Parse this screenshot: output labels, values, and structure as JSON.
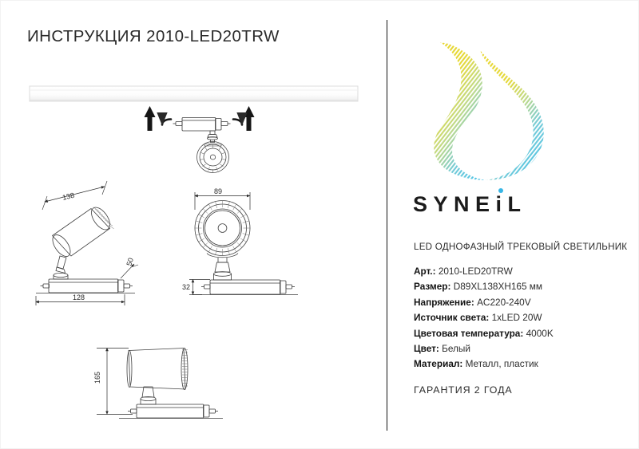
{
  "document": {
    "title": "ИНСТРУКЦИЯ 2010-LED20TRW"
  },
  "brand": {
    "wordmark_before_i": "SYNE",
    "wordmark_i": "i",
    "wordmark_after_i": "L",
    "accent_dot_color": "#37b6e6",
    "logo_mark_color_top": "#e8d828",
    "logo_mark_color_bottom": "#4bc0e0"
  },
  "product": {
    "subtitle": "LED ОДНОФАЗНЫЙ ТРЕКОВЫЙ СВЕТИЛЬНИК",
    "specs": [
      {
        "label": "Арт.:",
        "value": "2010-LED20TRW"
      },
      {
        "label": "Размер:",
        "value": "D89XL138XH165 мм"
      },
      {
        "label": "Напряжение:",
        "value": "AC220-240V"
      },
      {
        "label": "Источник света:",
        "value": "1xLED 20W"
      },
      {
        "label": "Цветовая температура:",
        "value": "4000K"
      },
      {
        "label": "Цвет:",
        "value": "Белый"
      },
      {
        "label": "Материал:",
        "value": "Металл, пластик"
      }
    ],
    "warranty": "ГАРАНТИЯ 2 ГОДА"
  },
  "drawings": {
    "installation": {
      "name": "installation-diagram"
    },
    "side_angled_view": {
      "dim_length": "138",
      "dim_base_width": "128",
      "dim_base_depth": "50"
    },
    "front_view": {
      "dim_head_diameter": "89",
      "dim_adapter_height": "32"
    },
    "side_view": {
      "dim_total_height": "165"
    }
  }
}
